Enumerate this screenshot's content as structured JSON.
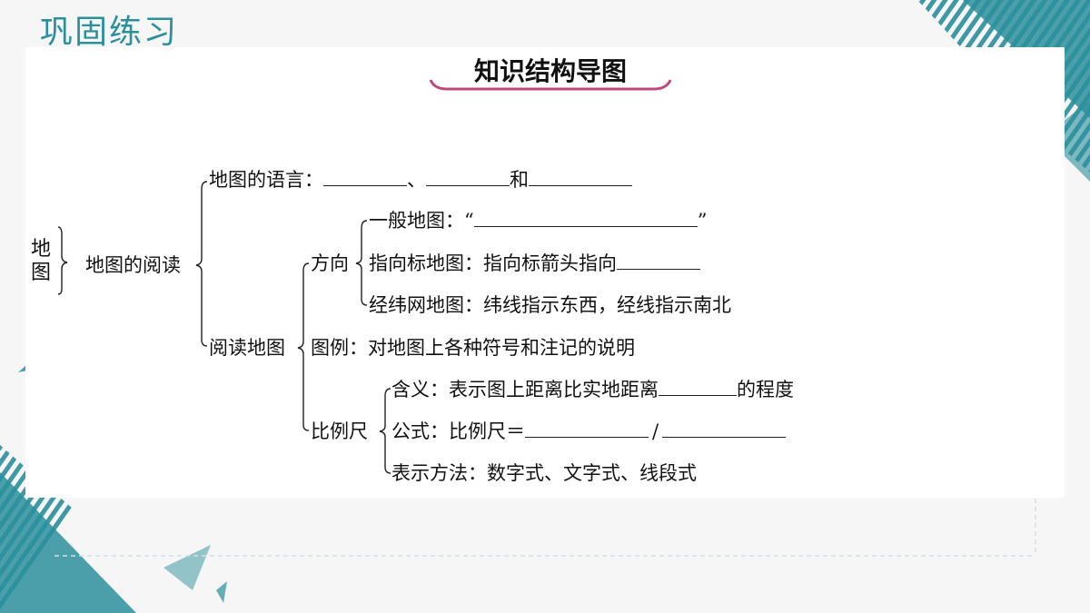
{
  "page": {
    "title": "巩固练习"
  },
  "map": {
    "title": "知识结构导图",
    "root": "地图",
    "topic": "地图的阅读",
    "language_label": "地图的语言：",
    "language_sep1": "、",
    "language_sep2": "和",
    "reading_label": "阅读地图",
    "direction_label": "方向",
    "direction_general_prefix": "一般地图：“",
    "direction_general_suffix": "”",
    "direction_pointer": "指向标地图：指向标箭头指向",
    "direction_grid": "经纬网地图：纬线指示东西，经线指示南北",
    "legend": "图例：对地图上各种符号和注记的说明",
    "scale_label": "比例尺",
    "scale_meaning_prefix": "含义：表示图上距离比实地距离",
    "scale_meaning_suffix": "的程度",
    "scale_formula_prefix": "公式：比例尺＝",
    "scale_formula_sep": "/",
    "scale_methods": "表示方法：数字式、文字式、线段式"
  },
  "colors": {
    "teal": "#2b8f9c",
    "teal_dark": "#1f6f7d",
    "pink_underline": "#c2457b"
  }
}
